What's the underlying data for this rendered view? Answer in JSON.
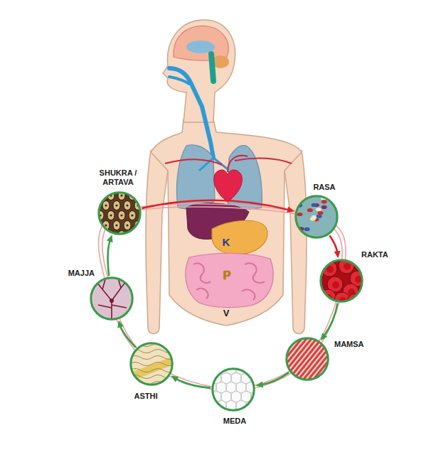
{
  "diagram": {
    "nodes": [
      {
        "text": [
          "RASA"
        ]
      },
      {
        "text": [
          "RAKTA"
        ]
      },
      {
        "text": [
          "MAMSA"
        ]
      },
      {
        "text": [
          "MEDA"
        ]
      },
      {
        "text": [
          "ASTHI"
        ]
      },
      {
        "text": [
          "MAJJA"
        ]
      },
      {
        "text": [
          "SHUKRA / ARTAVA"
        ]
      }
    ],
    "edges": [
      {
        "from": 0,
        "to": 1,
        "arrow": "to"
      },
      {
        "from": 1,
        "to": 2,
        "arrow": "to"
      },
      {
        "from": 2,
        "to": 3,
        "arrow": "to"
      },
      {
        "from": 3,
        "to": 4,
        "arrow": "to"
      },
      {
        "from": 4,
        "to": 5,
        "arrow": "to"
      },
      {
        "from": 5,
        "to": 6,
        "arrow": "to"
      },
      {
        "from": 6,
        "to": 0,
        "arrow": "to"
      }
    ],
    "labels": [
      "K",
      "P",
      "V"
    ]
  }
}
